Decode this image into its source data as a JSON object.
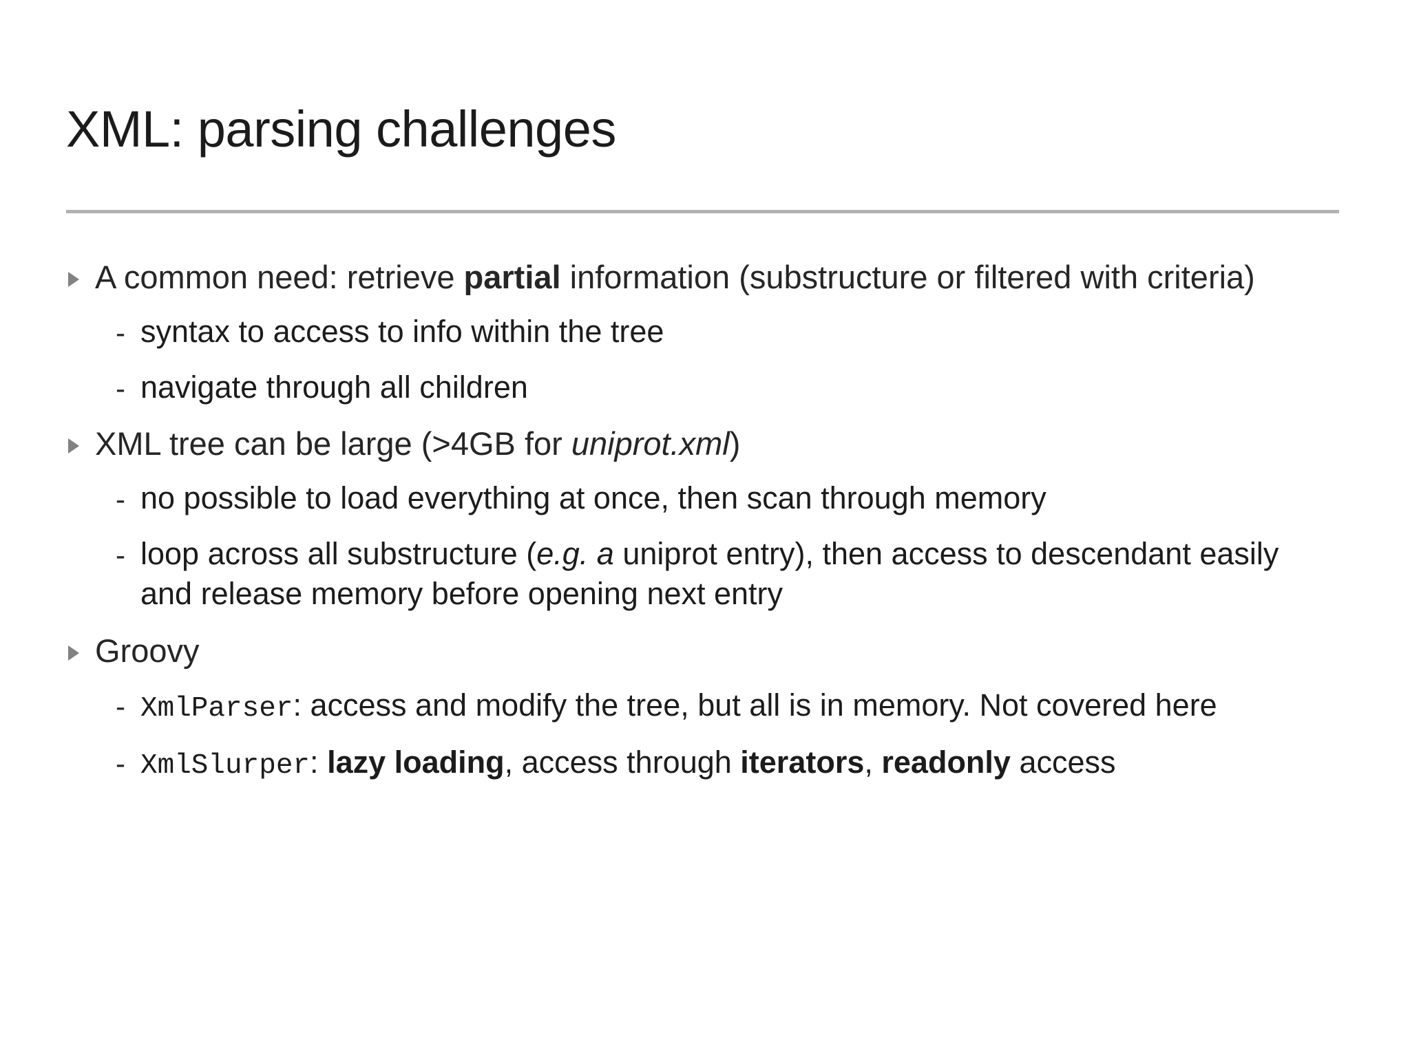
{
  "slide": {
    "title": "XML: parsing challenges",
    "rule_color": "#b1b1b1",
    "background": "#ffffff",
    "text_color": "#262626",
    "marker_color": "#828282",
    "level1_marker": "triangle-right",
    "level2_marker": "-"
  },
  "content": {
    "groups": [
      {
        "bullet": {
          "parts": [
            {
              "t": "A common need: retrieve ",
              "style": "normal"
            },
            {
              "t": "partial",
              "style": "bold"
            },
            {
              "t": " information (substructure or filtered with criteria)",
              "style": "normal"
            }
          ],
          "plain": "A common need: retrieve partial information (substructure or filtered with criteria)"
        },
        "subs": [
          {
            "marker": "-",
            "parts": [
              {
                "t": "syntax to access to info within the tree",
                "style": "normal"
              }
            ],
            "plain": "syntax to access to info within the tree"
          },
          {
            "marker": "-",
            "parts": [
              {
                "t": "navigate through all children",
                "style": "normal"
              }
            ],
            "plain": "navigate through all children"
          }
        ]
      },
      {
        "bullet": {
          "parts": [
            {
              "t": "XML tree can be large (>4GB for ",
              "style": "normal"
            },
            {
              "t": "uniprot.xml",
              "style": "italic"
            },
            {
              "t": ")",
              "style": "normal"
            }
          ],
          "plain": "XML tree can be large (>4GB for uniprot.xml)"
        },
        "subs": [
          {
            "marker": "-",
            "parts": [
              {
                "t": "no possible to load everything at once, then scan through memory",
                "style": "normal"
              }
            ],
            "plain": "no possible to load everything at once, then scan through memory"
          },
          {
            "marker": "-",
            "parts": [
              {
                "t": "loop across all substructure (",
                "style": "normal"
              },
              {
                "t": "e.g. a",
                "style": "italic"
              },
              {
                "t": " uniprot entry), then access to descendant easily and release memory before opening next entry",
                "style": "normal"
              }
            ],
            "plain": "loop across all substructure (e.g. a uniprot entry), then access to descendant easily and release memory before opening next entry"
          }
        ]
      },
      {
        "bullet": {
          "parts": [
            {
              "t": "Groovy",
              "style": "normal"
            }
          ],
          "plain": "Groovy"
        },
        "subs": [
          {
            "marker": "-",
            "parts": [
              {
                "t": "XmlParser",
                "style": "mono"
              },
              {
                "t": ": access and modify the tree, but all is in memory. Not covered here",
                "style": "normal"
              }
            ],
            "plain": "XmlParser: access and modify the tree, but all is in memory. Not covered here"
          },
          {
            "marker": "-",
            "parts": [
              {
                "t": "XmlSlurper",
                "style": "mono"
              },
              {
                "t": ": ",
                "style": "normal"
              },
              {
                "t": "lazy loading",
                "style": "bold"
              },
              {
                "t": ", access through ",
                "style": "normal"
              },
              {
                "t": "iterators",
                "style": "bold"
              },
              {
                "t": ", ",
                "style": "normal"
              },
              {
                "t": "readonly",
                "style": "bold"
              },
              {
                "t": " access",
                "style": "normal"
              }
            ],
            "plain": "XmlSlurper: lazy loading, access through iterators, readonly access"
          }
        ]
      }
    ]
  }
}
